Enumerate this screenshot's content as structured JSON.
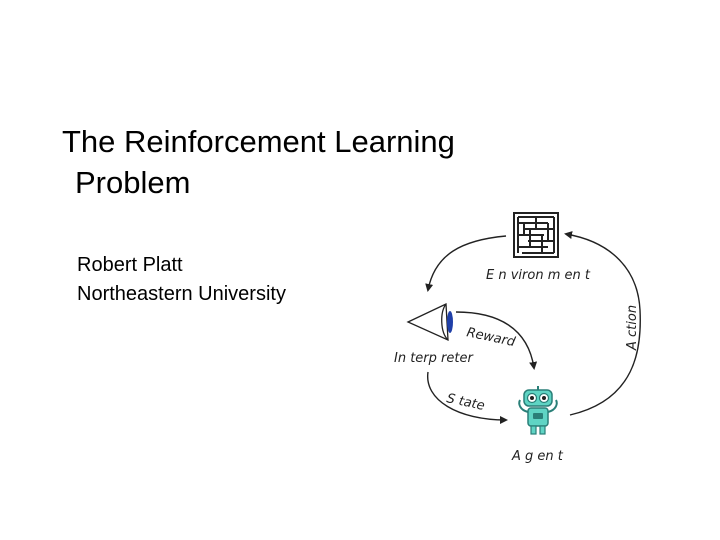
{
  "slide": {
    "title_line1": "The Reinforcement Learning",
    "title_line2": "Problem",
    "author": "Robert Platt",
    "affiliation": "Northeastern University"
  },
  "diagram": {
    "environment_label": "E n viron m en t",
    "action_label": "A ction",
    "reward_label": "Reward",
    "interpreter_label": "In terp reter",
    "state_label": "S tate",
    "agent_label": "A g en t",
    "colors": {
      "line": "#222222",
      "robot_body": "#5fd4c4",
      "robot_dark": "#2a7f78",
      "eye_lens": "#1f3fa8"
    },
    "icons": [
      "maze-icon",
      "eye-icon",
      "robot-icon"
    ]
  }
}
